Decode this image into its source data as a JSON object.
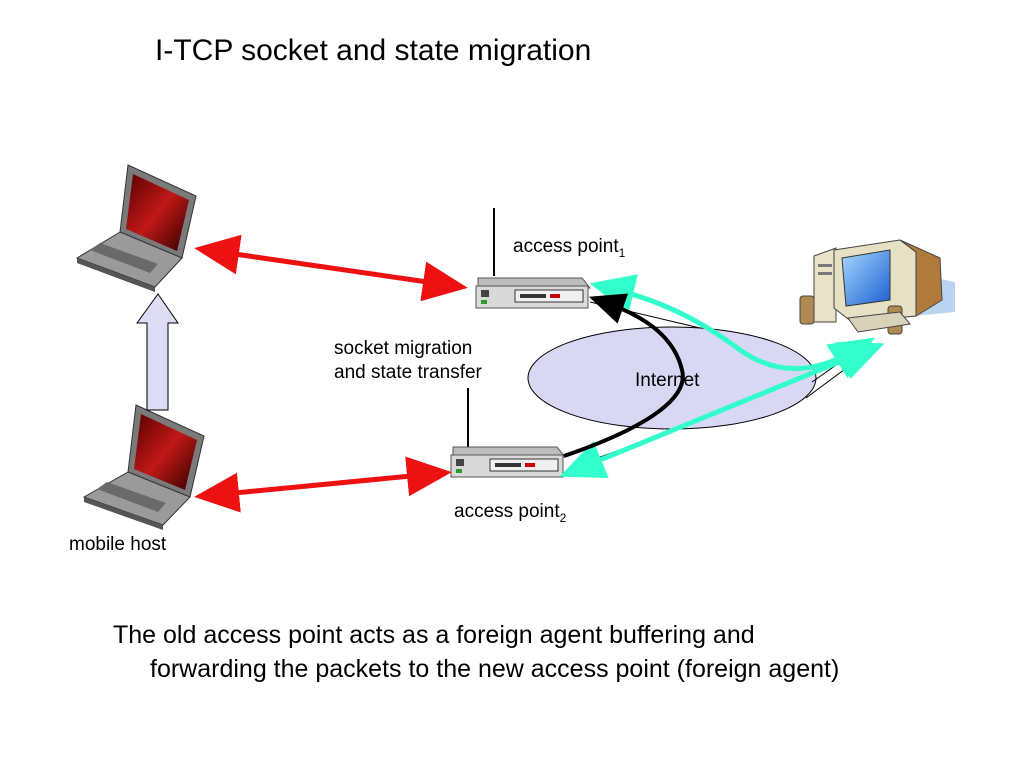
{
  "title": "I-TCP socket and state migration",
  "labels": {
    "ap1": "access point",
    "ap1_sub": "1",
    "ap2": "access point",
    "ap2_sub": "2",
    "migration_line1": "socket migration",
    "migration_line2": "and state transfer",
    "internet": "Internet",
    "mobile_host": "mobile host"
  },
  "caption": {
    "line1": "The old access point acts as a foreign agent buffering and",
    "line2": "forwarding the packets to the new access point (foreign agent)"
  },
  "colors": {
    "wireless_link": "#ee1111",
    "wired_link": "#33ffcc",
    "migration_arrow": "#000000",
    "internet_fill": "#d8d8f4",
    "move_arrow_fill": "#dcdcf4"
  }
}
